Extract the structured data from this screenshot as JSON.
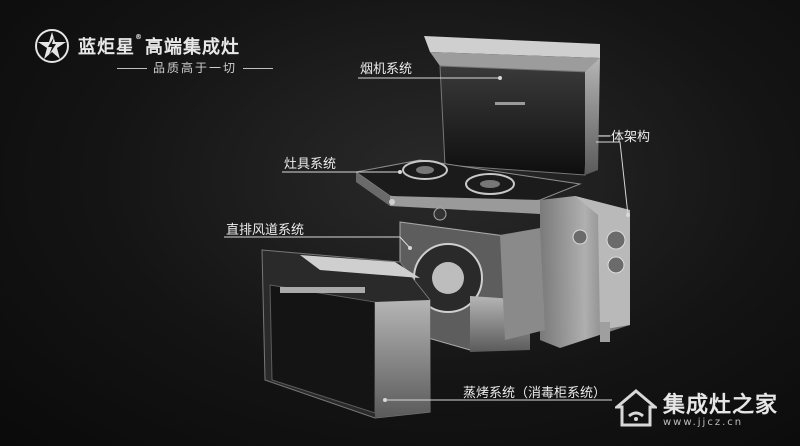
{
  "logo": {
    "brand": "蓝炬星",
    "suffix": "高端集成灶",
    "slogan": "品质高于一切"
  },
  "labels": {
    "hood": "烟机系统",
    "frame": "一体架构",
    "cooktop": "灶具系统",
    "duct": "直排风道系统",
    "oven": "蒸烤系统（消毒柜系统）"
  },
  "watermark": {
    "title": "集成灶之家",
    "url": "www.jjcz.cn"
  },
  "icons": [
    "lightning-star-icon",
    "house-icon"
  ]
}
